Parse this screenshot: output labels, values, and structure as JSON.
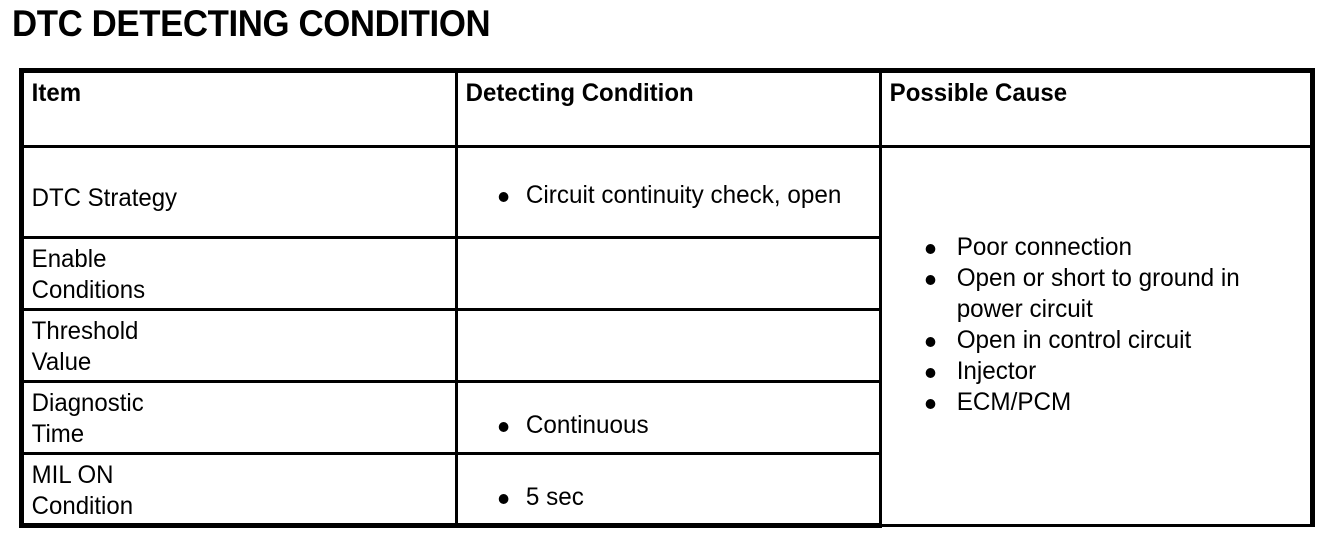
{
  "page": {
    "title": "DTC DETECTING CONDITION",
    "background_color": "#ffffff",
    "text_color": "#000000",
    "border_color": "#000000"
  },
  "table": {
    "headers": {
      "item": "Item",
      "detecting_condition": "Detecting Condition",
      "possible_cause": "Possible Cause"
    },
    "rows": [
      {
        "item": "DTC Strategy",
        "conditions": [
          "Circuit continuity check, open"
        ]
      },
      {
        "item": "Enable\nConditions",
        "conditions": []
      },
      {
        "item": "Threshold\nValue",
        "conditions": []
      },
      {
        "item": "Diagnostic\nTime",
        "conditions": [
          "Continuous"
        ]
      },
      {
        "item": "MIL ON\nCondition",
        "conditions": [
          "5 sec"
        ]
      }
    ],
    "possible_causes": [
      "Poor connection",
      "Open or short to ground in power circuit",
      "Open in control circuit",
      "Injector",
      "ECM/PCM"
    ]
  }
}
